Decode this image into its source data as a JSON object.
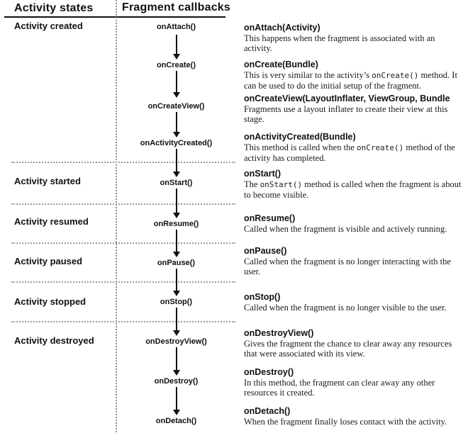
{
  "diagram": {
    "columns": {
      "states_header": "Activity states",
      "callbacks_header": "Fragment callbacks"
    },
    "states": [
      "Activity created",
      "Activity started",
      "Activity resumed",
      "Activity paused",
      "Activity stopped",
      "Activity destroyed"
    ],
    "callbacks": [
      "onAttach()",
      "onCreate()",
      "onCreateView()",
      "onActivityCreated()",
      "onStart()",
      "onResume()",
      "onPause()",
      "onStop()",
      "onDestroyView()",
      "onDestroy()",
      "onDetach()"
    ]
  },
  "descriptions": [
    {
      "heading": "onAttach(Activity)",
      "parts": [
        {
          "text": "This happens when the fragment is associated with an activity.",
          "code": false
        }
      ]
    },
    {
      "heading": "onCreate(Bundle)",
      "parts": [
        {
          "text": "This is very similar to the activity’s ",
          "code": false
        },
        {
          "text": "onCreate()",
          "code": true
        },
        {
          "text": " method. It can be used to do the initial setup of the fragment.",
          "code": false
        }
      ]
    },
    {
      "heading": "onCreateView(LayoutInflater, ViewGroup, Bundle",
      "parts": [
        {
          "text": "Fragments use a layout inflater to create their view at this stage.",
          "code": false
        }
      ]
    },
    {
      "heading": "onActivityCreated(Bundle)",
      "parts": [
        {
          "text": "This method is called when the ",
          "code": false
        },
        {
          "text": "onCreate()",
          "code": true
        },
        {
          "text": " method of the activity has completed.",
          "code": false
        }
      ]
    },
    {
      "heading": "onStart()",
      "parts": [
        {
          "text": "The ",
          "code": false
        },
        {
          "text": "onStart()",
          "code": true
        },
        {
          "text": " method is called when the fragment is about to become visible.",
          "code": false
        }
      ]
    },
    {
      "heading": "onResume()",
      "parts": [
        {
          "text": "Called when the fragment is visible and actively running.",
          "code": false
        }
      ]
    },
    {
      "heading": "onPause()",
      "parts": [
        {
          "text": "Called when the fragment is no longer interacting with the user.",
          "code": false
        }
      ]
    },
    {
      "heading": "onStop()",
      "parts": [
        {
          "text": "Called when the fragment is no longer visible to the user.",
          "code": false
        }
      ]
    },
    {
      "heading": "onDestroyView()",
      "parts": [
        {
          "text": "Gives the fragment the chance to clear away any resources that were associated with its view.",
          "code": false
        }
      ]
    },
    {
      "heading": "onDestroy()",
      "parts": [
        {
          "text": "In this method, the fragment can clear away any other resources it created.",
          "code": false
        }
      ]
    },
    {
      "heading": "onDetach()",
      "parts": [
        {
          "text": "When the fragment finally loses contact with the activity.",
          "code": false
        }
      ]
    }
  ],
  "colors": {
    "text": "#111111",
    "dotted_line": "#8f8f8f",
    "background": "#ffffff"
  }
}
